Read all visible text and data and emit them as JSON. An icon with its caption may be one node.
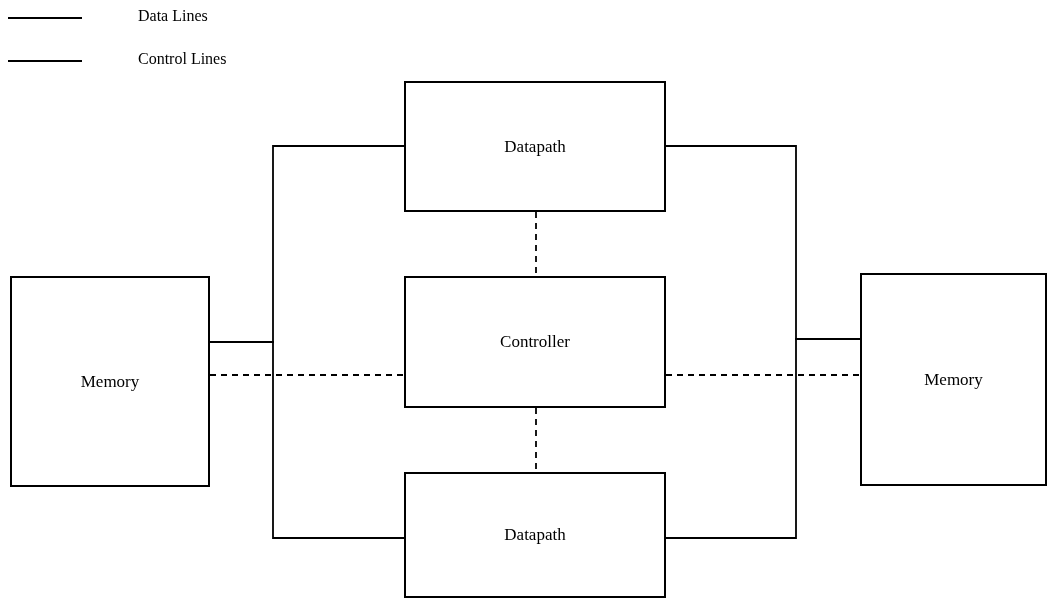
{
  "diagram": {
    "nodes": [
      {
        "text": [
          "Memory"
        ]
      },
      {
        "text": [
          "Datapath"
        ]
      },
      {
        "text": [
          "Controller"
        ]
      },
      {
        "text": [
          "Datapath"
        ]
      },
      {
        "text": [
          "Memory"
        ]
      }
    ],
    "edges": [
      {
        "from": 0,
        "to": 1,
        "arrow": "none"
      },
      {
        "from": 0,
        "to": 3,
        "arrow": "none"
      },
      {
        "from": 4,
        "to": 1,
        "arrow": "none"
      },
      {
        "from": 4,
        "to": 3,
        "arrow": "none"
      },
      {
        "from": 1,
        "to": 2,
        "arrow": "none",
        "style": "dashed"
      },
      {
        "from": 2,
        "to": 3,
        "arrow": "none",
        "style": "dashed"
      },
      {
        "from": 0,
        "to": 2,
        "arrow": "none",
        "style": "dashed"
      },
      {
        "from": 2,
        "to": 4,
        "arrow": "none",
        "style": "dashed"
      }
    ],
    "legend": [
      {
        "text": "Data Lines"
      },
      {
        "text": "Control Lines"
      }
    ]
  }
}
